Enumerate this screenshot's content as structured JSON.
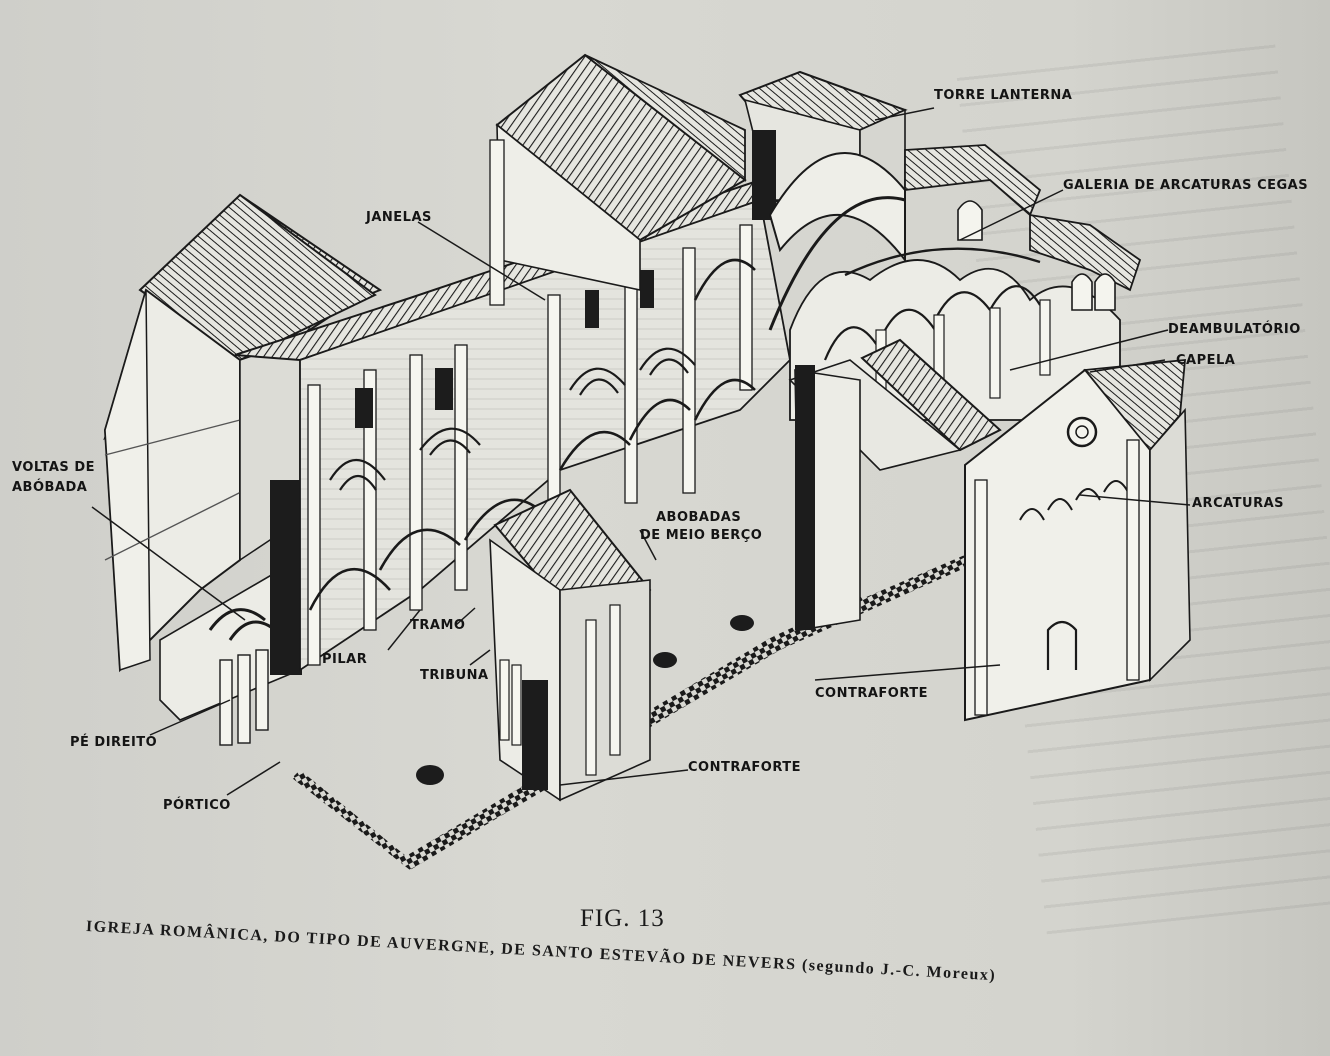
{
  "figure": {
    "number": "FIG. 13",
    "caption": "IGREJA ROMÂNICA, DO TIPO DE AUVERGNE, DE SANTO ESTEVÃO DE NEVERS (segundo J.-C. Moreux)"
  },
  "labels": {
    "torre_lanterna": "TORRE LANTERNA",
    "galeria": "GALERIA DE ARCATURAS CEGAS",
    "janelas": "JANELAS",
    "deambulatorio": "DEAMBULATÓRIO",
    "capela": "CAPELA",
    "voltas_1": "VOLTAS DE",
    "voltas_2": "ABÓBADA",
    "abobadas_1": "ABOBADAS",
    "abobadas_2": "DE MEIO BERÇO",
    "arcaturas": "ARCATURAS",
    "tramo": "TRAMO",
    "pilar": "PILAR",
    "tribuna": "TRIBUNA",
    "contraforte_right": "CONTRAFORTE",
    "pe_direito": "PÉ DIREITO",
    "contraforte_bottom": "CONTRAFORTE",
    "portico": "PÓRTICO"
  }
}
